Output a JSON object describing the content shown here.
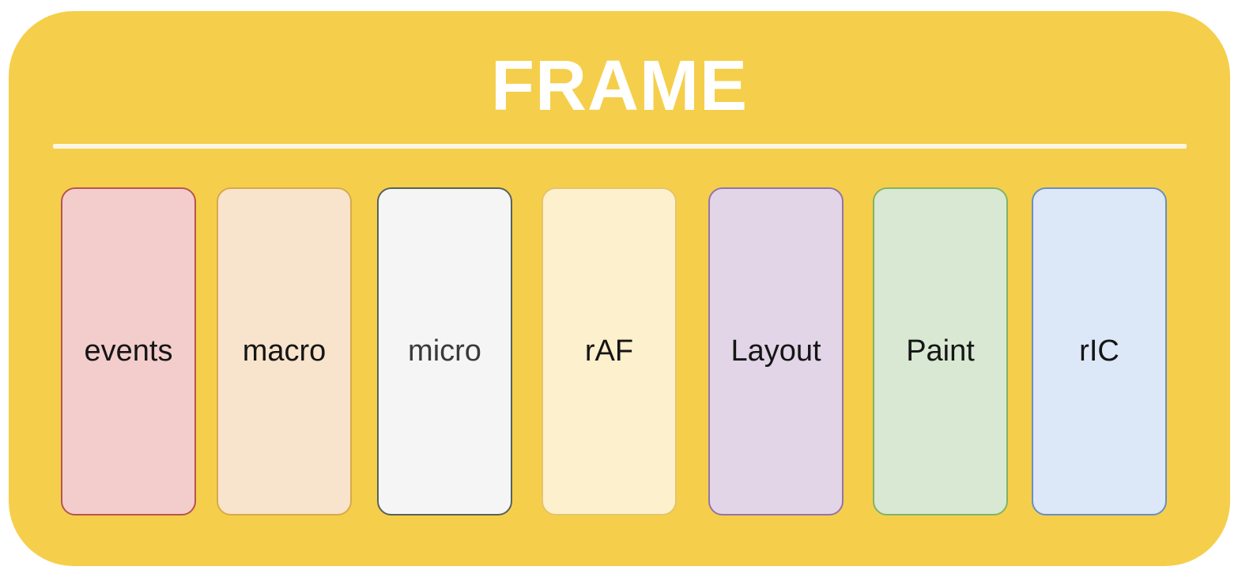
{
  "diagram": {
    "title": "FRAME",
    "stages": [
      {
        "label": "events",
        "fill": "#f2cdcc",
        "border": "#b85450",
        "text_color": "#151515"
      },
      {
        "label": "macro",
        "fill": "#f8e4cc",
        "border": "#d9a94a",
        "text_color": "#151515"
      },
      {
        "label": "micro",
        "fill": "#f5f5f5",
        "border": "#56625a",
        "text_color": "#3a3a3a"
      },
      {
        "label": "rAF",
        "fill": "#fdf0cc",
        "border": "#e5c46a",
        "text_color": "#151515"
      },
      {
        "label": "Layout",
        "fill": "#e1d5e7",
        "border": "#9673a6",
        "text_color": "#151515"
      },
      {
        "label": "Paint",
        "fill": "#d8e8d3",
        "border": "#82b366",
        "text_color": "#151515"
      },
      {
        "label": "rIC",
        "fill": "#dce7f7",
        "border": "#6c8ebf",
        "text_color": "#151515"
      }
    ]
  }
}
